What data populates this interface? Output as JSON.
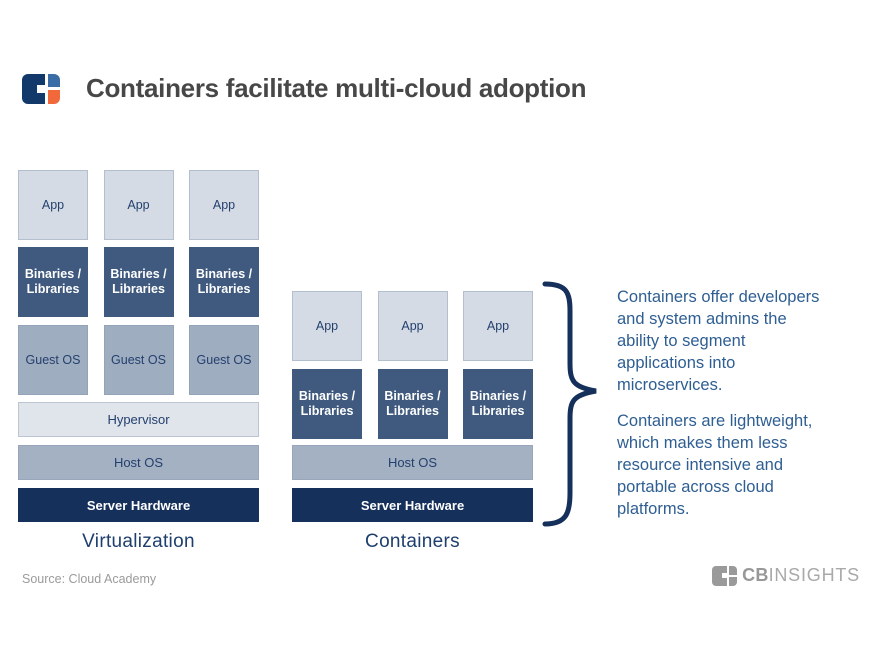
{
  "header": {
    "title": "Containers facilitate multi-cloud adoption"
  },
  "diagram": {
    "virtualization": {
      "label": "Virtualization",
      "apps": [
        "App",
        "App",
        "App"
      ],
      "binaries": [
        "Binaries / Libraries",
        "Binaries / Libraries",
        "Binaries / Libraries"
      ],
      "guest_os": [
        "Guest OS",
        "Guest OS",
        "Guest OS"
      ],
      "hypervisor": "Hypervisor",
      "host_os": "Host OS",
      "server_hardware": "Server Hardware"
    },
    "containers": {
      "label": "Containers",
      "apps": [
        "App",
        "App",
        "App"
      ],
      "binaries": [
        "Binaries / Libraries",
        "Binaries / Libraries",
        "Binaries / Libraries"
      ],
      "host_os": "Host OS",
      "server_hardware": "Server Hardware"
    },
    "annotation": {
      "paragraph1": "Containers offer developers and system admins the ability to segment applications into microservices.",
      "paragraph2": "Containers are lightweight, which makes them less resource intensive and portable across cloud platforms."
    }
  },
  "footer": {
    "source": "Source: Cloud Academy",
    "brand_cb": "CB",
    "brand_insights": "INSIGHTS"
  },
  "icons": {
    "cbinsights_logo": "rounded square split by white cross: navy C-block left, blue top-right, orange bottom-right",
    "brace": "right-pointing curly brace"
  },
  "colors": {
    "navy_dark": "#16305c",
    "slate_blue": "#3f5a7e",
    "gray_blue": "#9fadc0",
    "light_box": "#d4dbe5",
    "lighter_bar": "#e0e4eb",
    "text_navy": "#24406e",
    "annotation_blue": "#2e5e92",
    "title_gray": "#474747",
    "logo_blue": "#3a6ca5",
    "logo_orange": "#f1683b",
    "footer_gray": "#9a9a9a"
  }
}
